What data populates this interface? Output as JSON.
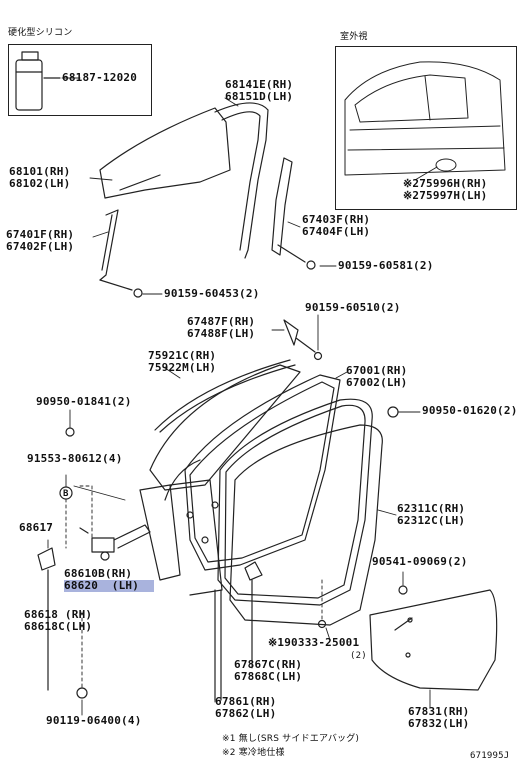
{
  "header": {
    "silicone_title": "硬化型シリコン",
    "exterior_title": "室外視"
  },
  "parts": {
    "p68187": "68187-12020",
    "p68141": "68141E(RH)",
    "p68151": "68151D(LH)",
    "p68101": "68101(RH)",
    "p68102": "68102(LH)",
    "p75996": "※275996H(RH)",
    "p75997": "※275997H(LH)",
    "p67401": "67401F(RH)",
    "p67402": "67402F(LH)",
    "p67403": "67403F(RH)",
    "p67404": "67404F(LH)",
    "p90159a": "90159-60581(2)",
    "p90159b": "90159-60453(2)",
    "p90159c": "90159-60510(2)",
    "p67487": "67487F(RH)",
    "p67488": "67488F(LH)",
    "p75921": "75921C(RH)",
    "p75922": "75922M(LH)",
    "p67001": "67001(RH)",
    "p67002": "67002(LH)",
    "p90950a": "90950-01841(2)",
    "p90950b": "90950-01620(2)",
    "p91553": "91553-80612(4)",
    "p62311": "62311C(RH)",
    "p62312": "62312C(LH)",
    "p68617": "68617",
    "p68610": "68610B(RH)",
    "p68620": "68620  (LH)",
    "p90541": "90541-09069(2)",
    "p68618": "68618 (RH)",
    "p68618c": "68618C(LH)",
    "p90333": "※190333-25001",
    "p90333q": "(2)",
    "p67867": "67867C(RH)",
    "p67868": "67868C(LH)",
    "p90119": "90119-06400(4)",
    "p67861": "67861(RH)",
    "p67862": "67862(LH)",
    "p67831": "67831(RH)",
    "p67832": "67832(LH)",
    "marker_b": "B"
  },
  "notes": {
    "note1": "※1 無し(SRS サイドエアバッグ)",
    "note2": "※2 寒冷地仕様",
    "diagram_id": "671995J"
  }
}
